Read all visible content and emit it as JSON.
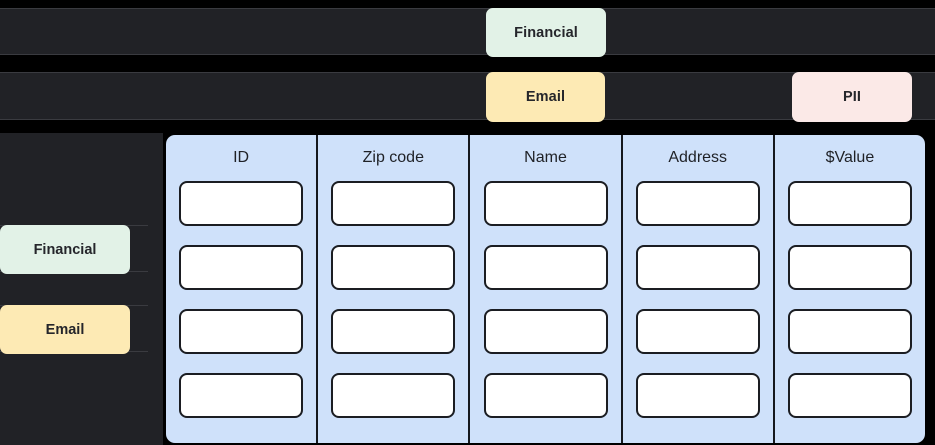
{
  "colors": {
    "page_background": "#000000",
    "row_background": "#212226",
    "row_border": "#3a3b40",
    "panel_background": "#cfe1fa",
    "cell_background": "#ffffff",
    "cell_border": "#1b1d22",
    "tag_financial": "#e2f2e7",
    "tag_email": "#fdeab4",
    "tag_pii": "#fbe9e7",
    "tag_text": "#25262b",
    "header_text": "#1f2126"
  },
  "top_rows": [
    {
      "tags": [
        {
          "label": "Financial",
          "color_key": "tag_financial"
        }
      ]
    },
    {
      "tags": [
        {
          "label": "Email",
          "color_key": "tag_email"
        },
        {
          "label": "PII",
          "color_key": "tag_pii"
        }
      ]
    }
  ],
  "sidebar": {
    "items": [
      {
        "label": "Financial",
        "color_key": "tag_financial"
      },
      {
        "label": "Email",
        "color_key": "tag_email"
      }
    ]
  },
  "table": {
    "columns": [
      {
        "header": "ID"
      },
      {
        "header": "Zip code"
      },
      {
        "header": "Name"
      },
      {
        "header": "Address"
      },
      {
        "header": "$Value"
      }
    ],
    "row_count": 4,
    "cells": [
      [
        "",
        "",
        "",
        "",
        ""
      ],
      [
        "",
        "",
        "",
        "",
        ""
      ],
      [
        "",
        "",
        "",
        "",
        ""
      ],
      [
        "",
        "",
        "",
        "",
        ""
      ]
    ]
  }
}
